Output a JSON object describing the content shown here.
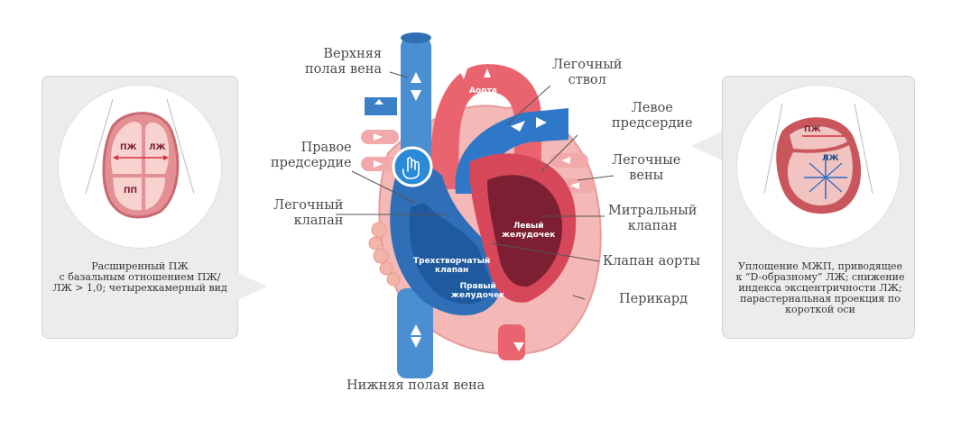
{
  "labels": {
    "svc": [
      "Верхняя",
      "полая вена"
    ],
    "ra": [
      "Правое",
      "предсердие"
    ],
    "pv_valve": [
      "Легочный",
      "клапан"
    ],
    "ivc": "Нижняя полая вена",
    "pulm_trunk": [
      "Легочный",
      "ствол"
    ],
    "la": [
      "Левое",
      "предсердие"
    ],
    "pulm_veins": [
      "Легочные",
      "вены"
    ],
    "mitral": [
      "Митральный",
      "клапан"
    ],
    "aortic_valve": "Клапан аорты",
    "pericardium": "Перикард"
  },
  "inner_labels": {
    "aorta": "Аорта",
    "lv": [
      "Левый",
      "желудочек"
    ],
    "tricuspid": [
      "Трехстворчатый",
      "клапан"
    ],
    "rv": [
      "Правый",
      "желудочек"
    ]
  },
  "left_panel": {
    "chambers": {
      "rv": "ПЖ",
      "lv": "ЛЖ",
      "ra": "ПП"
    },
    "caption": [
      "Расширенный ПЖ",
      "с базальным отношением ПЖ/",
      "ЛЖ > 1,0; четырехкамерный вид"
    ]
  },
  "right_panel": {
    "chambers": {
      "rv": "ПЖ",
      "lv": "ЛЖ"
    },
    "caption": [
      "Уплощение МЖП, приводящее",
      "к “D-образному” ЛЖ; снижение",
      "индекса эксцентричности ЛЖ;",
      "парастернальная проекция по",
      "короткой оси"
    ]
  },
  "colors": {
    "blue": "#3b7fc4",
    "dark_blue": "#1f4f8a",
    "pink": "#f0a7a8",
    "red": "#e8545f",
    "dark_red": "#7d1f33",
    "accent": "#2b8ad8"
  },
  "icons": [
    "hand-pointer-icon"
  ]
}
